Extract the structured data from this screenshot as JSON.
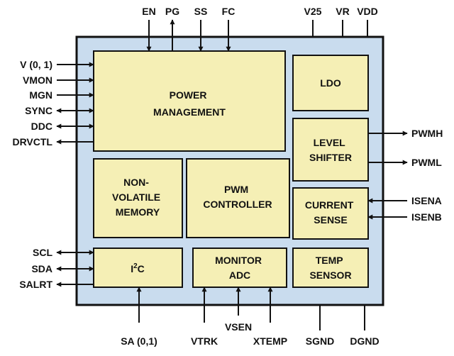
{
  "chip": {
    "colors": {
      "body": "#c9dcee",
      "block": "#f5efb5",
      "stroke": "#111111"
    }
  },
  "blocks": {
    "power_management": [
      "POWER",
      "MANAGEMENT"
    ],
    "ldo": [
      "LDO"
    ],
    "level_shifter": [
      "LEVEL",
      "SHIFTER"
    ],
    "nv_memory": [
      "NON-",
      "VOLATILE",
      "MEMORY"
    ],
    "pwm_controller": [
      "PWM",
      "CONTROLLER"
    ],
    "current_sense": [
      "CURRENT",
      "SENSE"
    ],
    "i2c": {
      "base": "I",
      "sup": "2",
      "tail": "C"
    },
    "monitor_adc": [
      "MONITOR",
      "ADC"
    ],
    "temp_sensor": [
      "TEMP",
      "SENSOR"
    ]
  },
  "pins": {
    "top": {
      "en": "EN",
      "pg": "PG",
      "ss": "SS",
      "fc": "FC",
      "v25": "V25",
      "vr": "VR",
      "vdd": "VDD"
    },
    "left": {
      "v01": "V (0, 1)",
      "vmon": "VMON",
      "mgn": "MGN",
      "sync": "SYNC",
      "ddc": "DDC",
      "drvctl": "DRVCTL",
      "scl": "SCL",
      "sda": "SDA",
      "salrt": "SALRT"
    },
    "right": {
      "pwmh": "PWMH",
      "pwml": "PWML",
      "isena": "ISENA",
      "isenb": "ISENB"
    },
    "bottom": {
      "sa": "SA (0,1)",
      "vtrk": "VTRK",
      "vsen": "VSEN",
      "xtemp": "XTEMP",
      "sgnd": "SGND",
      "dgnd": "DGND"
    }
  }
}
